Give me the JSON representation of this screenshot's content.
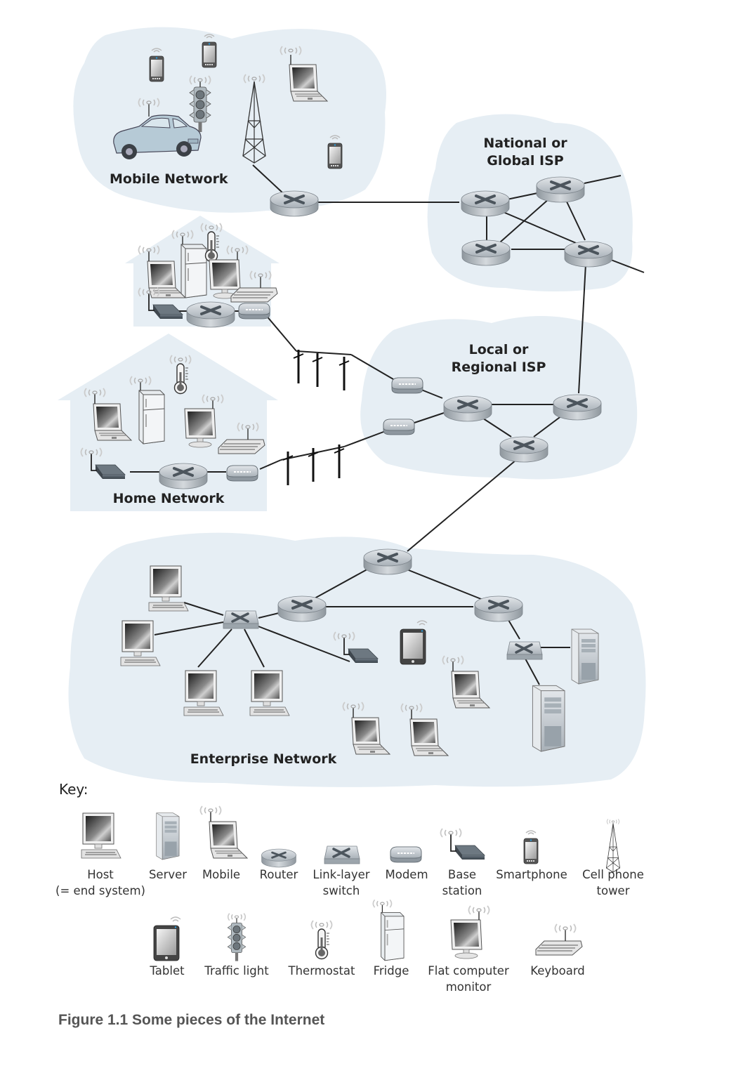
{
  "figure": {
    "caption": "Figure 1.1 Some pieces of the Internet",
    "cloud_color": "#e6eef4",
    "link_color": "#222222"
  },
  "regions": {
    "mobile": "Mobile Network",
    "national_isp": [
      "National or",
      "Global ISP"
    ],
    "local_isp": [
      "Local or",
      "Regional ISP"
    ],
    "home": "Home Network",
    "enterprise": "Enterprise Network"
  },
  "key": {
    "title": "Key:",
    "row1": [
      {
        "icon": "host",
        "label": [
          "Host",
          "(= end system)"
        ]
      },
      {
        "icon": "server",
        "label": [
          "Server"
        ]
      },
      {
        "icon": "mobile",
        "label": [
          "Mobile"
        ]
      },
      {
        "icon": "router",
        "label": [
          "Router"
        ]
      },
      {
        "icon": "switch",
        "label": [
          "Link-layer",
          "switch"
        ]
      },
      {
        "icon": "modem",
        "label": [
          "Modem"
        ]
      },
      {
        "icon": "base-station",
        "label": [
          "Base",
          "station"
        ]
      },
      {
        "icon": "smartphone",
        "label": [
          "Smartphone"
        ]
      },
      {
        "icon": "cell-tower",
        "label": [
          "Cell phone",
          "tower"
        ]
      }
    ],
    "row2": [
      {
        "icon": "tablet",
        "label": [
          "Tablet"
        ]
      },
      {
        "icon": "traffic-light",
        "label": [
          "Traffic light"
        ]
      },
      {
        "icon": "thermostat",
        "label": [
          "Thermostat"
        ]
      },
      {
        "icon": "fridge",
        "label": [
          "Fridge"
        ]
      },
      {
        "icon": "flat-monitor",
        "label": [
          "Flat computer",
          "monitor"
        ]
      },
      {
        "icon": "keyboard",
        "label": [
          "Keyboard"
        ]
      }
    ]
  }
}
